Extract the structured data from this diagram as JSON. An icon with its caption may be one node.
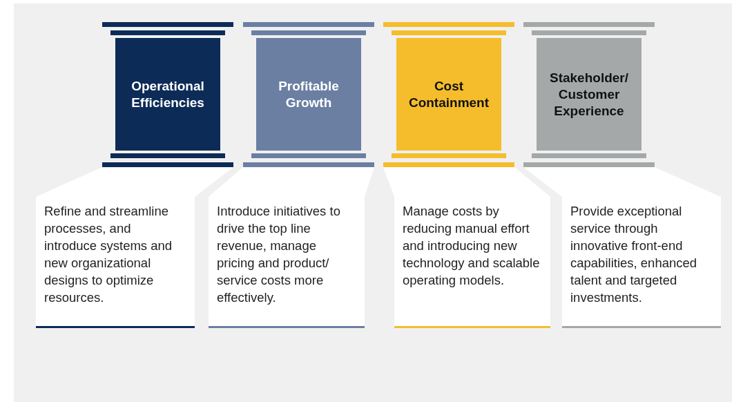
{
  "diagram": {
    "nodes": [
      {
        "text": [
          "Operational Efficiencies"
        ]
      },
      {
        "text": [
          "Profitable Growth"
        ]
      },
      {
        "text": [
          "Cost Containment"
        ]
      },
      {
        "text": [
          "Stakeholder/ Customer Experience"
        ]
      },
      {
        "text": [
          "Refine and streamline processes, and introduce systems and new organizational designs to optimize resources."
        ]
      },
      {
        "text": [
          "Introduce initiatives to drive the top line revenue, manage pricing and product/ service costs more effectively."
        ]
      },
      {
        "text": [
          "Manage costs by reducing manual effort and introducing new technology and scalable operating models."
        ]
      },
      {
        "text": [
          "Provide exceptional service through innovative front-end capabilities, enhanced talent and targeted investments."
        ]
      }
    ],
    "edges": []
  }
}
